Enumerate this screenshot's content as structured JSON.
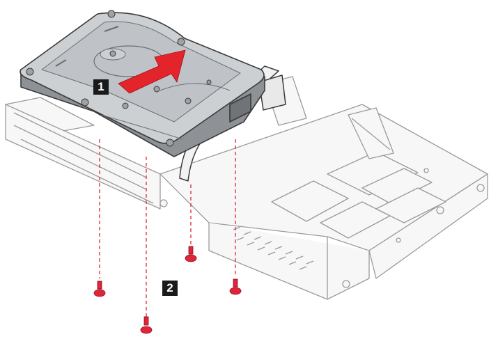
{
  "steps": {
    "step1": {
      "label": "1",
      "action": "slide-drive-arrow"
    },
    "step2": {
      "label": "2",
      "action": "remove-screws"
    }
  },
  "colors": {
    "outline": "#3a3a3a",
    "drive_fill": "#bfc3c7",
    "drive_top": "#cdd0d3",
    "drive_side": "#8e9296",
    "tray_fill": "#f7f7f7",
    "tray_stroke": "#9a9a9a",
    "arrow": "#e3242b",
    "screw": "#e0253a",
    "guide_line": "#e0253a",
    "callout_bg": "#1a1a1a",
    "callout_text": "#ffffff"
  },
  "screws": {
    "count": 4
  }
}
